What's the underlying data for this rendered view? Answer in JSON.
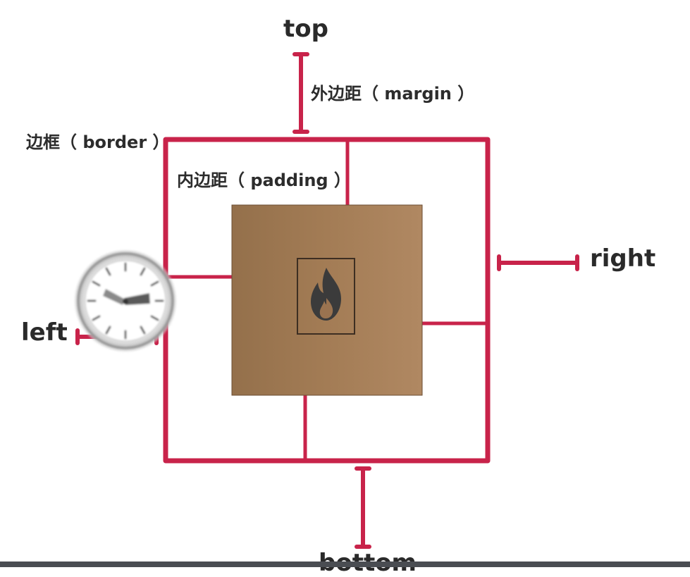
{
  "labels": {
    "top": "top",
    "right": "right",
    "left": "left",
    "bottom": "bottom",
    "margin": "外边距（ margin ）",
    "border": "边框（ border ）",
    "padding": "内边距（ padding ）"
  },
  "colors": {
    "accent": "#c8234a",
    "content_box": "#9a7350",
    "content_box_light": "#ad8660",
    "icon_frame": "#3d2e22",
    "text": "#2a2a2a",
    "bottom_bar": "#4a4d52"
  },
  "icons": {
    "content_icon": "flame-icon",
    "overlay_icon": "clock-icon"
  }
}
